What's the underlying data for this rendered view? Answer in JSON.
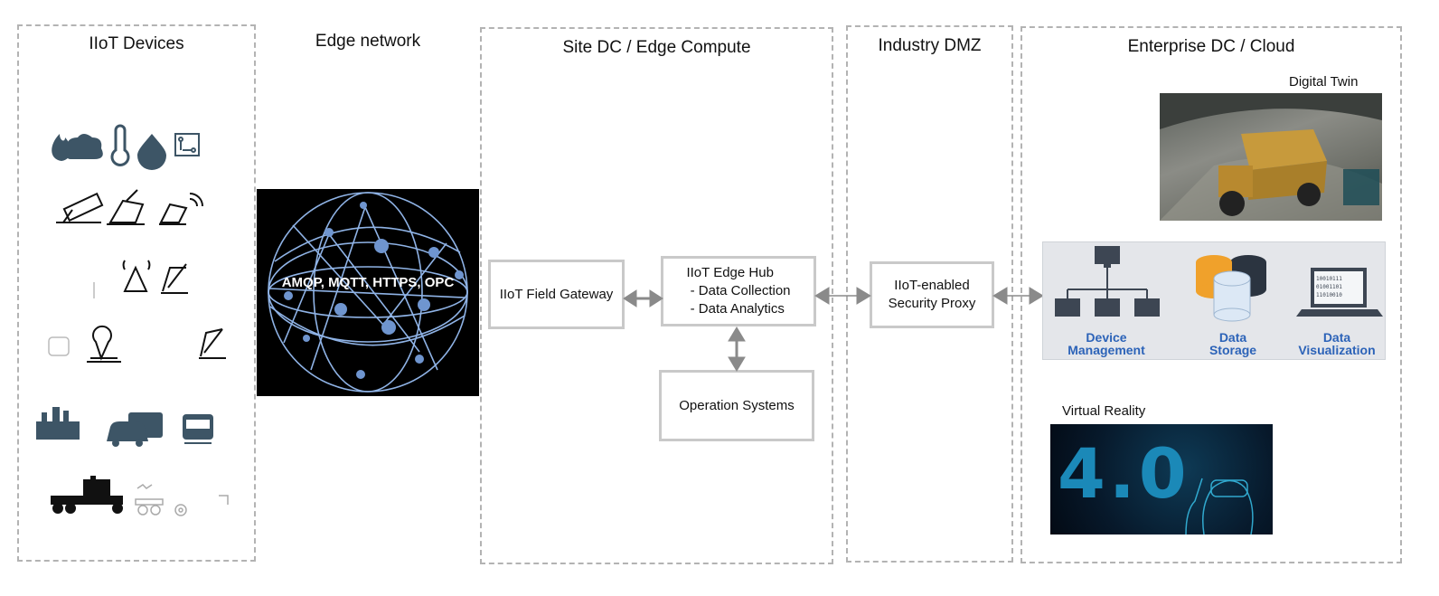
{
  "zones": {
    "iiot_devices": "IIoT Devices",
    "edge_network": "Edge network",
    "site_dc": "Site DC / Edge Compute",
    "industry_dmz": "Industry DMZ",
    "enterprise": "Enterprise DC / Cloud"
  },
  "edge_network": {
    "protocols": "AMQP, MQTT, HTTPS, OPC"
  },
  "site_dc": {
    "field_gateway": "IIoT Field Gateway",
    "edge_hub": "IIoT Edge Hub\n - Data Collection\n - Data Analytics",
    "operation_systems": "Operation Systems"
  },
  "dmz": {
    "security_proxy": "IIoT-enabled\nSecurity Proxy"
  },
  "enterprise": {
    "digital_twin": "Digital Twin",
    "virtual_reality": "Virtual Reality",
    "vr_banner": "4.0",
    "services": [
      {
        "label": "Device\nManagement",
        "icon": "network-computers-icon"
      },
      {
        "label": "Data\nStorage",
        "icon": "database-icon"
      },
      {
        "label": "Data\nVisualization",
        "icon": "laptop-icon"
      }
    ]
  },
  "devices": {
    "icons": [
      "fire-icon",
      "cloud-icon",
      "thermometer-icon",
      "water-drop-icon",
      "circuit-icon",
      "camera-icon",
      "sensor-icon",
      "wireless-sensor-icon",
      "antenna-icon",
      "probe-icon",
      "checkbox-icon",
      "location-pin-icon",
      "probe-icon",
      "factory-icon",
      "vehicles-icon",
      "train-icon",
      "truck-icon",
      "cart-icon",
      "gear-icon"
    ]
  },
  "colors": {
    "dashed_border": "#b3b3b3",
    "box_border": "#c9c9c9",
    "arrow": "#8a8a8a",
    "icon": "#3d5566",
    "globe_line": "#8fb3e6",
    "label_blue": "#2c63b8"
  }
}
